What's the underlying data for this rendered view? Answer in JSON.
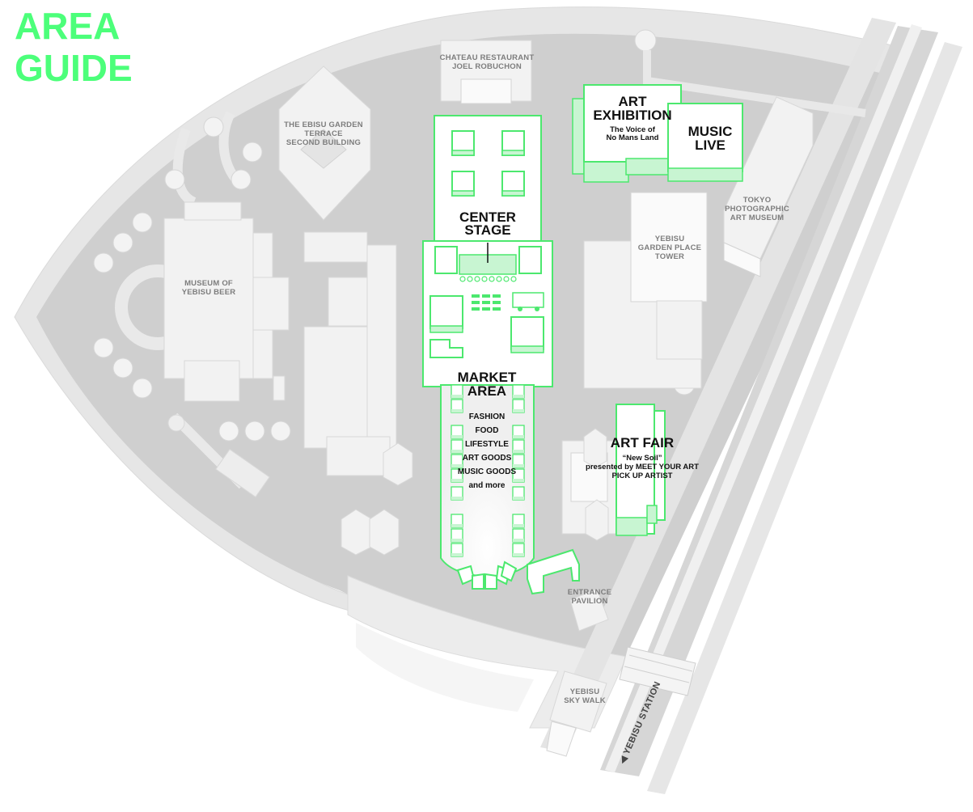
{
  "title": {
    "line1": "AREA",
    "line2": "GUIDE"
  },
  "colors": {
    "accent": "#4cff7a",
    "ground": "#cfcfcf",
    "building": "#f2f2f2",
    "zone_outline": "#4ce86e"
  },
  "buildings": {
    "chateau": {
      "line1": "CHATEAU RESTAURANT",
      "line2": "JOEL ROBUCHON"
    },
    "terrace": {
      "line1": "THE EBISU GARDEN",
      "line2": "TERRACE",
      "line3": "SECOND BUILDING"
    },
    "museum_beer": {
      "line1": "MUSEUM OF",
      "line2": "YEBISU BEER"
    },
    "garden_place": {
      "line1": "YEBISU",
      "line2": "GARDEN PLACE",
      "line3": "TOWER"
    },
    "photo_museum": {
      "line1": "TOKYO",
      "line2": "PHOTOGRAPHIC",
      "line3": "ART MUSEUM"
    },
    "entrance": {
      "line1": "ENTRANCE",
      "line2": "PAVILION"
    },
    "skywalk": {
      "line1": "YEBISU",
      "line2": "SKY WALK"
    }
  },
  "zones": {
    "art_exhibition": {
      "line1": "ART",
      "line2": "EXHIBITION",
      "sub1": "The Voice of",
      "sub2": "No Mans Land"
    },
    "music_live": {
      "line1": "MUSIC",
      "line2": "LIVE"
    },
    "center_stage": {
      "line1": "CENTER",
      "line2": "STAGE"
    },
    "market_area": {
      "line1": "MARKET",
      "line2": "AREA",
      "categories": [
        "FASHION",
        "FOOD",
        "LIFESTYLE",
        "ART GOODS",
        "MUSIC GOODS",
        "and more"
      ]
    },
    "art_fair": {
      "line1": "ART FAIR",
      "sub1": "“New Soil”",
      "sub2": "presented by MEET YOUR ART",
      "sub3": "PICK UP ARTIST"
    }
  },
  "station": {
    "label": "◀ YEBISU STATION"
  }
}
